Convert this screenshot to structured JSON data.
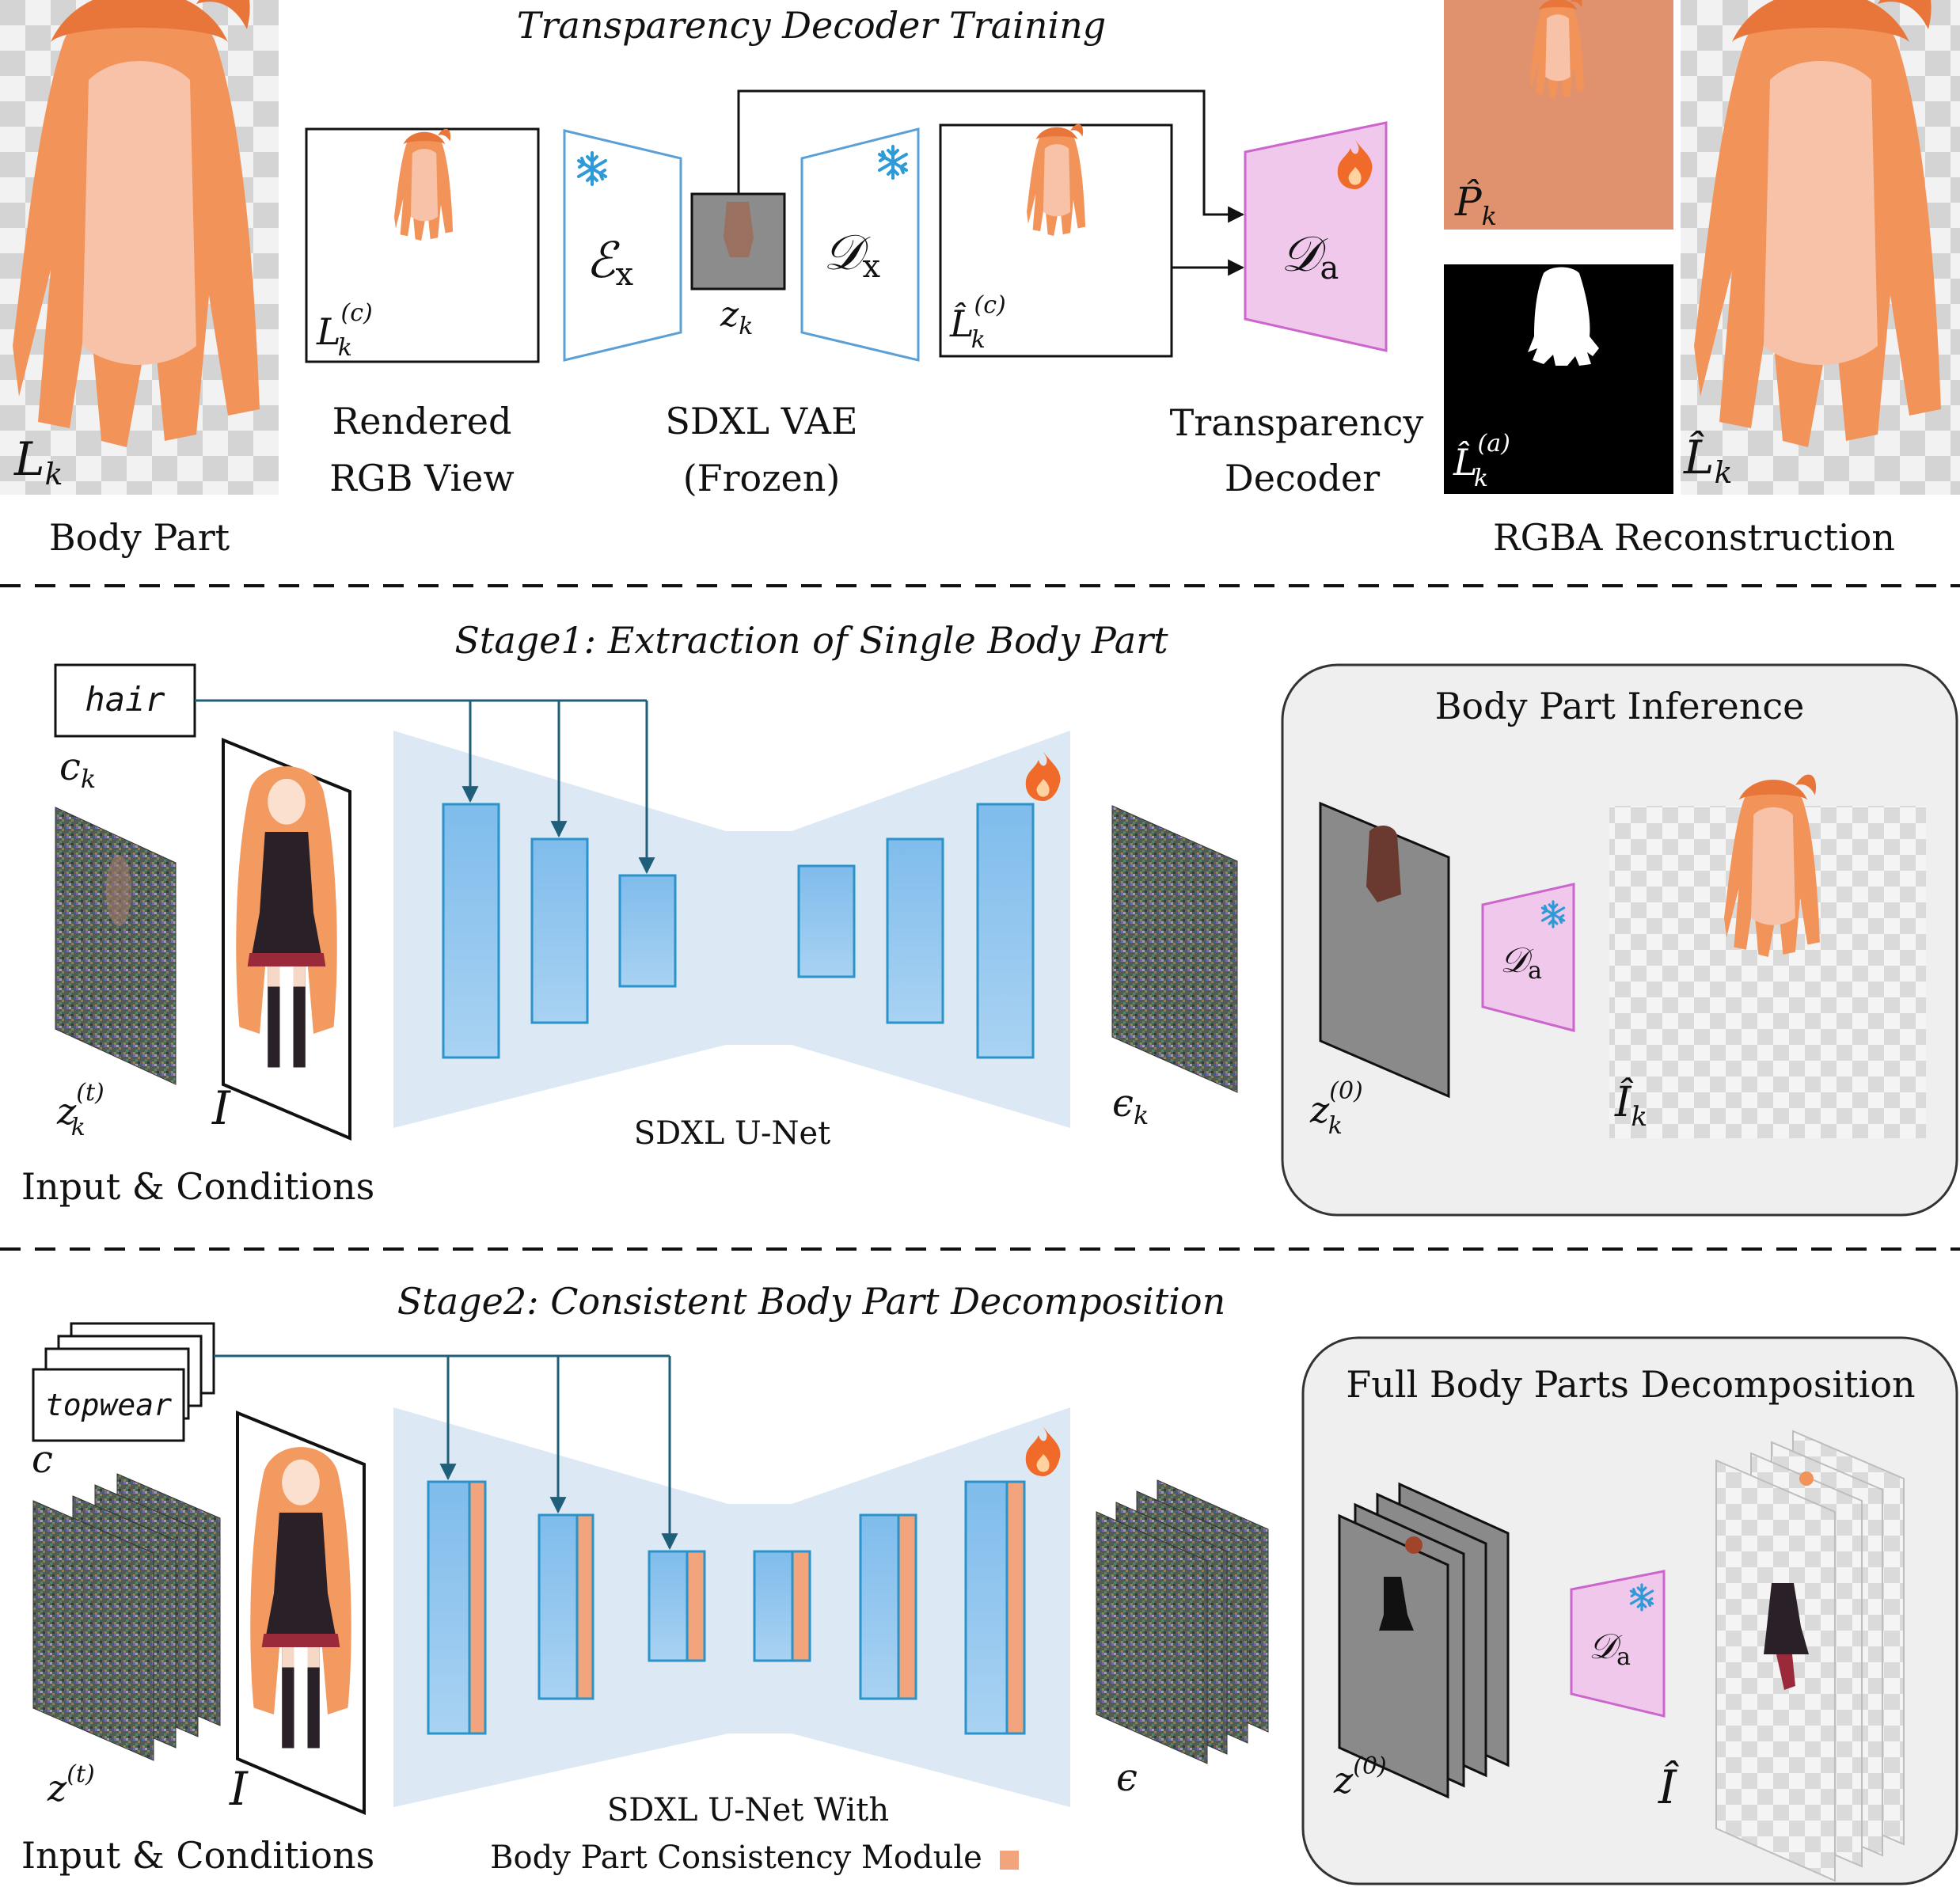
{
  "colors": {
    "encoder_blue": "#5a9fd6",
    "decoder_pink": "#f0c8ec",
    "decoder_border": "#cc66cc",
    "unet_bg": "#dce9f5",
    "block_blue": "#88c1ec",
    "block_border": "#2a93c9",
    "module_orange": "#f2a47c",
    "arrow_teal": "#1f5f7a",
    "panel_bg": "#efefef",
    "flame": "#f06a2a",
    "snowflake": "#2e9ad6"
  },
  "top": {
    "title": "Transparency Decoder Training",
    "body_part_label": "Body Part",
    "body_part_symbol": "L_k",
    "rendered_label_1": "Rendered",
    "rendered_label_2": "RGB View",
    "rendered_symbol": "L_k^(c)",
    "encoder_symbol": "E_x",
    "latent_symbol": "z_k",
    "decoder_x_symbol": "D_x",
    "vae_label_1": "SDXL VAE",
    "vae_label_2": "(Frozen)",
    "reconstructed_symbol": "L̂_k^(c)",
    "transparency_decoder_symbol": "D_a",
    "transparency_decoder_label_1": "Transparency",
    "transparency_decoder_label_2": "Decoder",
    "p_hat_symbol": "P̂_k",
    "alpha_symbol": "L̂_k^(a)",
    "rgba_symbol": "L̂_k",
    "rgba_label": "RGBA Reconstruction"
  },
  "stage1": {
    "title": "Stage1: Extraction of Single Body Part",
    "condition_text": "hair",
    "condition_symbol": "c_k",
    "noisy_symbol": "z_k^(t)",
    "image_symbol": "I",
    "inputs_label": "Input & Conditions",
    "unet_label": "SDXL U-Net",
    "noise_symbol": "ϵ_k",
    "panel_title": "Body Part Inference",
    "latent0_symbol": "z_k^(0)",
    "decoder_symbol": "D_a",
    "output_symbol": "Î_k"
  },
  "stage2": {
    "title": "Stage2: Consistent Body Part Decomposition",
    "condition_text": "topwear",
    "condition_symbol": "c",
    "noisy_symbol": "z^(t)",
    "image_symbol": "I",
    "inputs_label": "Input & Conditions",
    "unet_label_1": "SDXL U-Net With",
    "unet_label_2": "Body Part Consistency Module",
    "noise_symbol": "ϵ",
    "panel_title": "Full Body Parts Decomposition",
    "latent0_symbol": "z^(0)",
    "decoder_symbol": "D_a",
    "output_symbol": "Î"
  }
}
